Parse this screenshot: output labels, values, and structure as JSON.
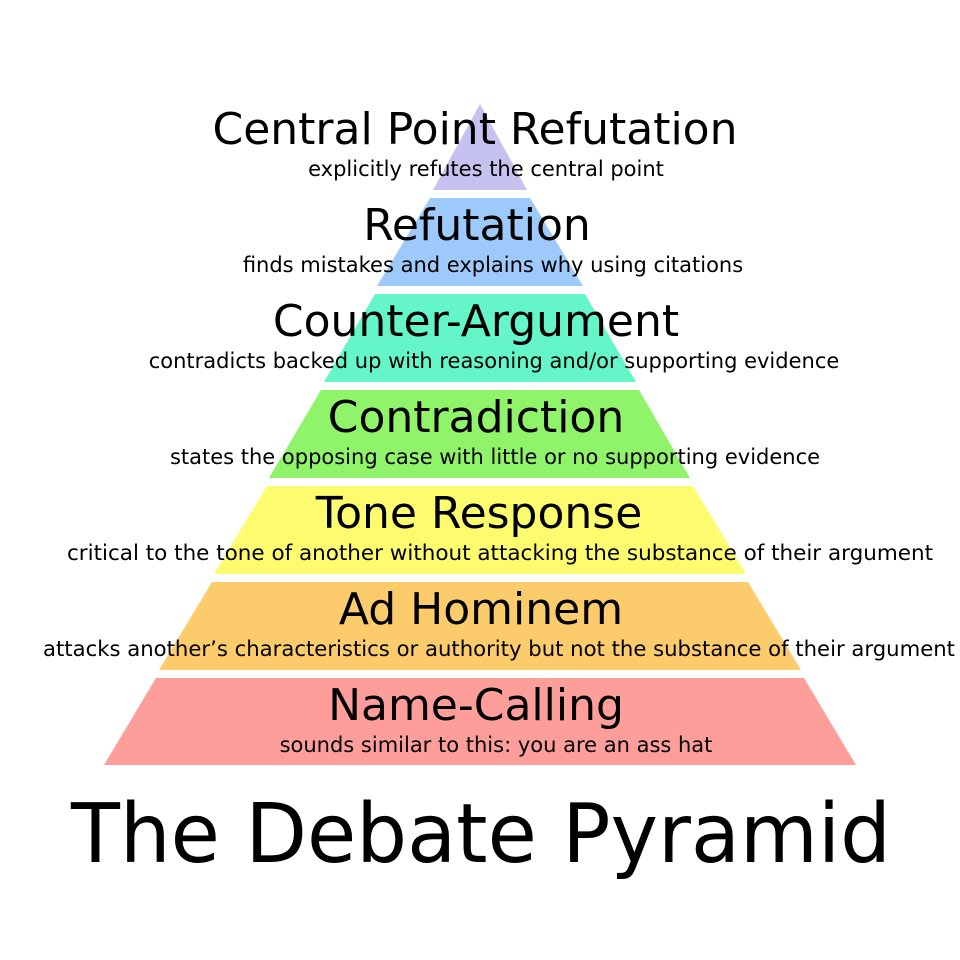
{
  "title": "The Debate Pyramid",
  "tiers": [
    {
      "name": "Central Point Refutation",
      "description": "explicitly refutes the central point",
      "color": "#c5c2f0"
    },
    {
      "name": "Refutation",
      "description": "finds mistakes and explains why using citations",
      "color": "#9ec9fb"
    },
    {
      "name": "Counter-Argument",
      "description": "contradicts backed up with reasoning and/or supporting evidence",
      "color": "#64f5c8"
    },
    {
      "name": "Contradiction",
      "description": "states the opposing case with little or no supporting evidence",
      "color": "#8ff46a"
    },
    {
      "name": "Tone Response",
      "description": "critical to the tone of another without attacking the substance of their argument",
      "color": "#fdfb6e"
    },
    {
      "name": "Ad Hominem",
      "description": "attacks another’s characteristics or authority but not the substance of their argument",
      "color": "#fccc6c"
    },
    {
      "name": "Name-Calling",
      "description": "sounds similar to this: you are an ass hat",
      "color": "#fe9e9b"
    }
  ]
}
